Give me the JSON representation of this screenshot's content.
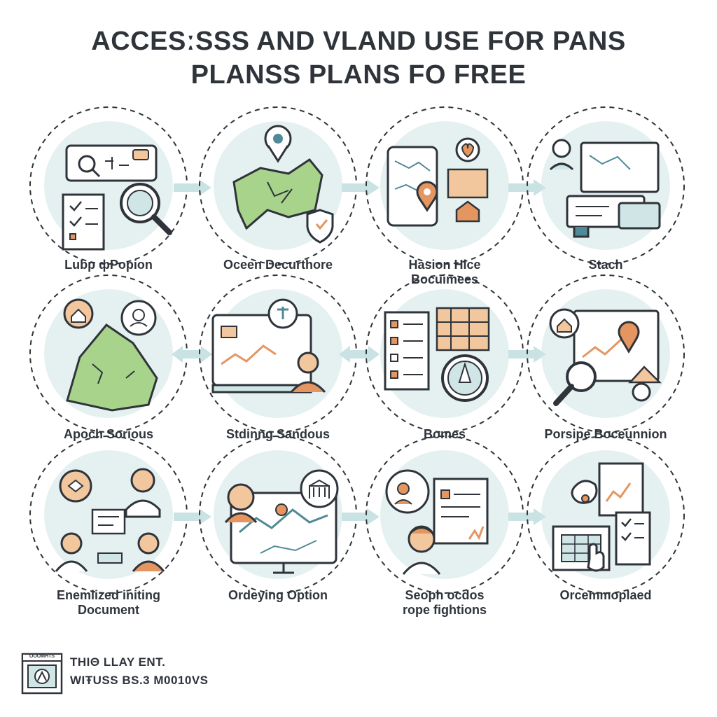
{
  "title": {
    "line1": "ACCESːSSS AND VLAND USE FOR PANS",
    "line2": "PLANSS PLANS FO FREE"
  },
  "steps": [
    {
      "caption": "Lubp фPopion",
      "icon": "search-documents-icon"
    },
    {
      "caption": "Oceen Decurthore",
      "icon": "map-location-icon"
    },
    {
      "caption": "Hasion Hice\nBocuimees",
      "icon": "tablet-map-icon"
    },
    {
      "caption": "Stach",
      "icon": "workstation-icon"
    },
    {
      "caption": "Apoch Sorious",
      "icon": "terrain-map-icon"
    },
    {
      "caption": "Stdinng Sandous",
      "icon": "monitor-planner-icon"
    },
    {
      "caption": "Bomes",
      "icon": "checklist-compass-icon"
    },
    {
      "caption": "Porsipe Boceunnion",
      "icon": "property-review-icon"
    },
    {
      "caption": "Enemlized initing\nDocument",
      "icon": "team-meeting-icon"
    },
    {
      "caption": "Ordeying Option",
      "icon": "online-planning-icon"
    },
    {
      "caption": "Seoph ocdos\nrope fightions",
      "icon": "consultation-icon"
    },
    {
      "caption": "Orcemmoplaed",
      "icon": "approval-document-icon"
    }
  ],
  "footer": {
    "badge_label": "OOOMHTS",
    "line1": "THIΘ LLAY ENT.",
    "line2": "WIŦUSS BS.3 M0010VS"
  },
  "colors": {
    "teal_light": "#cfe5e6",
    "teal_dark": "#4f8a96",
    "orange": "#e59660",
    "green": "#a8d38a",
    "ink": "#2f343b",
    "arrow": "#c9e2e3"
  }
}
